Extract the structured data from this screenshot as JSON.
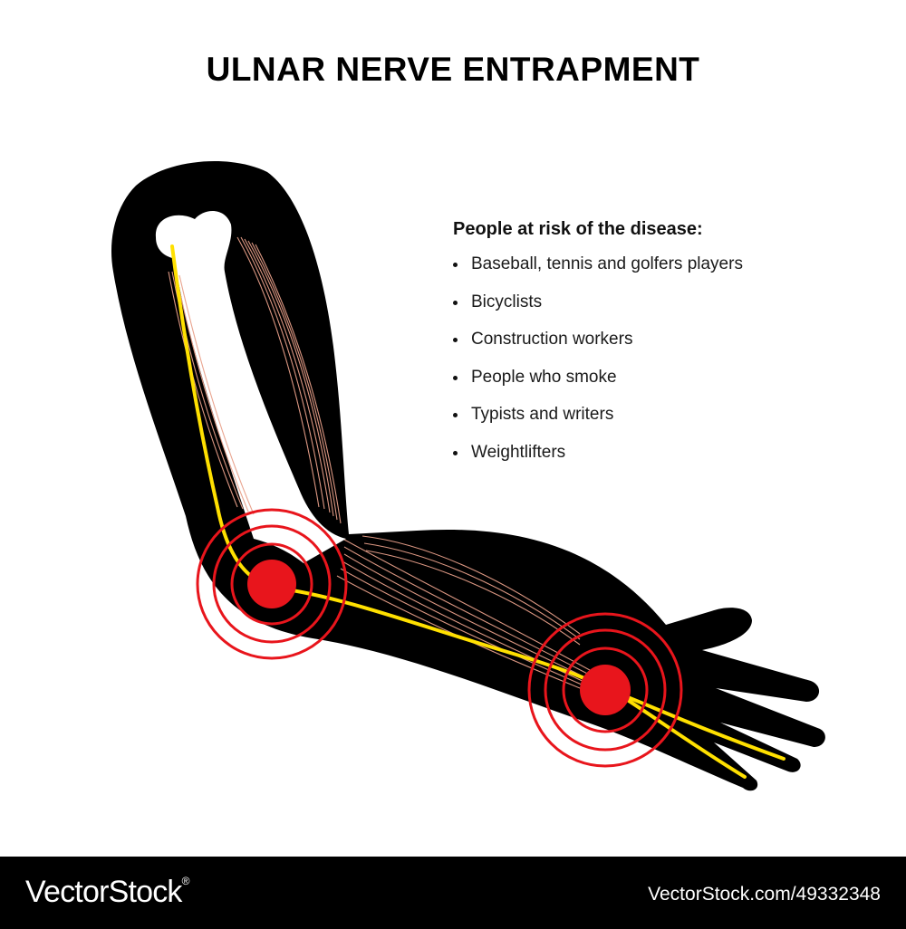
{
  "title": "ULNAR NERVE ENTRAPMENT",
  "risk": {
    "heading": "People at risk of the disease:",
    "items": [
      "Baseball, tennis and golfers players",
      "Bicyclists",
      "Construction workers",
      "People who smoke",
      "Typists and writers",
      "Weightlifters"
    ]
  },
  "footer": {
    "brand": "VectorStock",
    "brand_mark": "®",
    "image_id": "VectorStock.com/49332348"
  },
  "colors": {
    "silhouette": "#000000",
    "bone": "#ffffff",
    "nerve": "#ffe000",
    "muscle": "#e8a08a",
    "pain": "#e8151c",
    "footer_bg": "#000000"
  },
  "icons": [
    "pain-point-elbow",
    "pain-point-wrist"
  ]
}
